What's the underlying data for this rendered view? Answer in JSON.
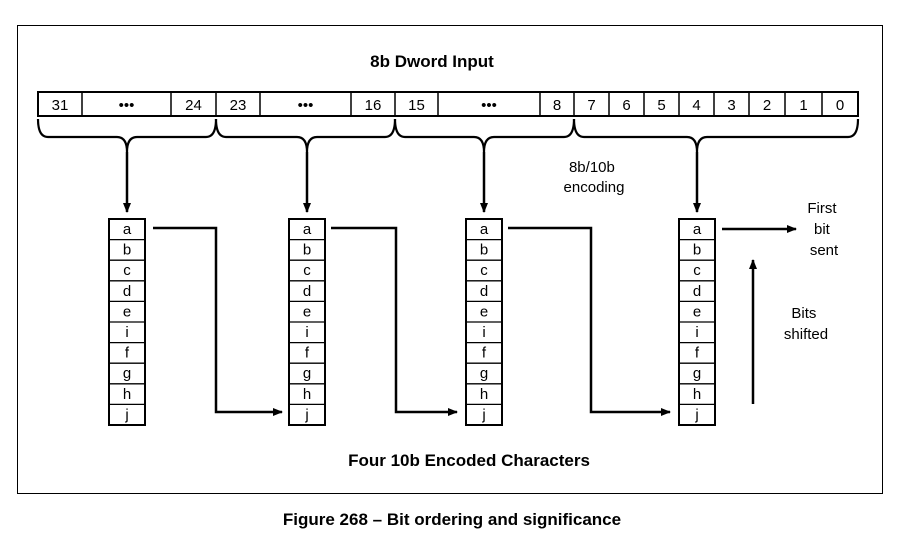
{
  "title": "8b Dword Input",
  "bit_labels": [
    "31",
    "•••",
    "24",
    "23",
    "•••",
    "16",
    "15",
    "•••",
    "8",
    "7",
    "6",
    "5",
    "4",
    "3",
    "2",
    "1",
    "0"
  ],
  "encoding_label": [
    "8b/10b",
    "encoding"
  ],
  "char_bits": [
    "a",
    "b",
    "c",
    "d",
    "e",
    "i",
    "f",
    "g",
    "h",
    "j"
  ],
  "first_bit_label": [
    "First",
    "bit",
    "sent"
  ],
  "bits_shifted_label": [
    "Bits",
    "shifted"
  ],
  "bottom_label": "Four 10b Encoded Characters",
  "caption": "Figure 268 – Bit ordering and significance"
}
